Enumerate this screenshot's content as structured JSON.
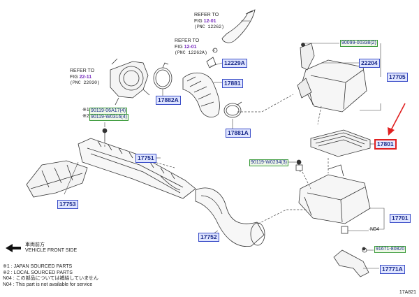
{
  "refs": [
    {
      "line1": "REFER TO",
      "fig_prefix": "FIG ",
      "fig": "12-01",
      "pnc": "(PNC 12262)"
    },
    {
      "line1": "REFER TO",
      "fig_prefix": "FIG ",
      "fig": "12-01",
      "pnc": "(PNC 12262A)"
    },
    {
      "line1": "REFER TO",
      "fig_prefix": "FIG ",
      "fig": "22-11",
      "pnc": "(PNC 22030)"
    }
  ],
  "parts": {
    "p22204": "22204",
    "p17705": "17705",
    "p17801": "17801",
    "p17701": "17701",
    "p17771A": "17771A",
    "p17881": "17881",
    "p17881A": "17881A",
    "p17882A": "17882A",
    "p12229A": "12229A",
    "p17751": "17751",
    "p17753": "17753",
    "p17752": "17752"
  },
  "bolts": {
    "b90099": "90099-00338(2)",
    "b90119w0234": "90119-W0234(3)",
    "b91671": "91671-80820",
    "b90119_06a": "90119-06A17(4)",
    "b90119_w031": "90119-W0316(4)"
  },
  "markers": {
    "m1": "※1",
    "m2": "※2"
  },
  "n04_label": "N04",
  "front": {
    "jp": "車両前方",
    "en": "VEHICLE FRONT SIDE"
  },
  "legend": [
    "※1 : JAPAN SOURCED PARTS",
    "※2 : LOCAL SOURCED PARTS",
    "N04 : この部品については補給していません",
    "N04 : This part is not available for service"
  ],
  "diagram_code": "17A821",
  "colors": {
    "highlight": "#e02020",
    "part_border": "#3a4dc8",
    "ref_fig": "#7a2fc0"
  }
}
